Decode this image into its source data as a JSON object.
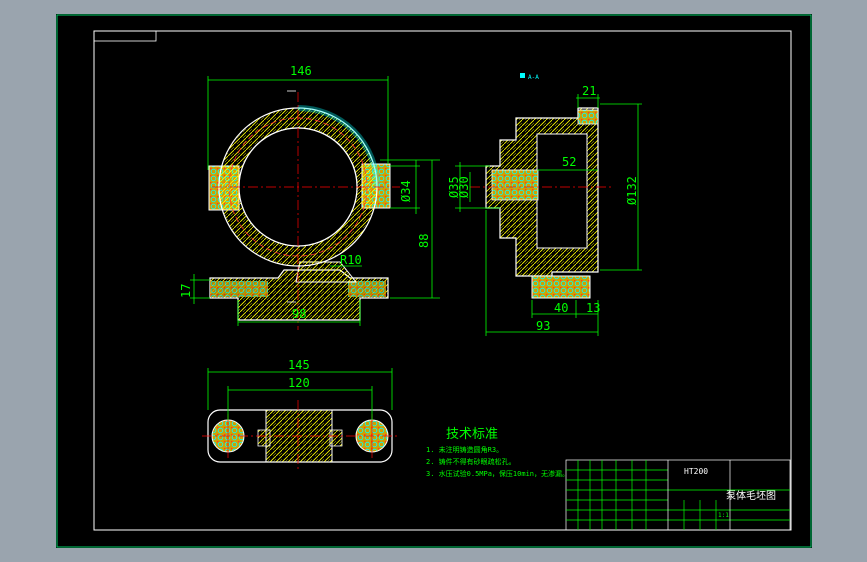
{
  "colors": {
    "background": "#9aa4ae",
    "sheet": "#000000",
    "outline": "#ffffff",
    "dimension": "#00ff00",
    "centerline": "#ff0000",
    "hatch": "#ffff00",
    "sectionNet": "#00ffff",
    "frame": "#00cc66"
  },
  "dims": {
    "top_146": "146",
    "top_phi34": "Ø34",
    "top_88": "88",
    "top_r10": "R10",
    "top_17": "17",
    "top_98": "98",
    "side_21": "21",
    "side_phi35": "Ø35",
    "side_phi30": "Ø30",
    "side_52": "52",
    "side_phi132": "Ø132",
    "side_40": "40",
    "side_13": "13",
    "side_93": "93",
    "bottom_145": "145",
    "bottom_120": "120"
  },
  "section_label": "A-A",
  "tech": {
    "title": "技术标准",
    "notes": [
      "1. 未注明铸造圆角R3。",
      "2. 铸件不得有砂眼疏松孔。",
      "3. 水压试验0.5MPa，保压10min，无渗漏。"
    ]
  },
  "titleblock": {
    "material": "HT200",
    "drawing_name": "泵体毛坯图",
    "scale": "1:1"
  }
}
